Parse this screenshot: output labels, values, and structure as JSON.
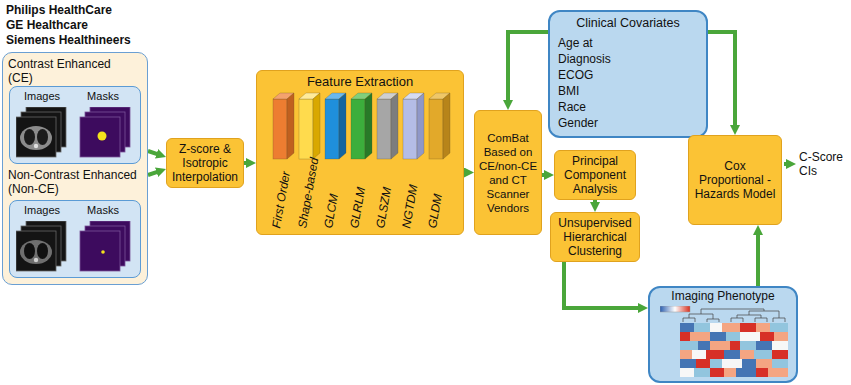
{
  "diagram": {
    "nodes": [
      {
        "text": [
          "Contrast Enhanced (CE)",
          "Non-Contrast Enhanced (Non-CE)"
        ]
      },
      {
        "text": [
          "Images",
          "Masks"
        ],
        "in": 0
      },
      {
        "text": [
          "Images",
          "Masks"
        ],
        "in": 0
      },
      {
        "text": [
          "Z-score & Isotropic Interpolation"
        ]
      },
      {
        "text": [
          "Feature Extraction"
        ]
      },
      {
        "text": [
          "ComBat Based on CE/non-CE and CT Scanner Vendors"
        ]
      },
      {
        "text": [
          "Clinical Covariates",
          "Age at Diagnosis",
          "ECOG",
          "BMI",
          "Race",
          "Gender"
        ]
      },
      {
        "text": [
          "Principal Component Analysis"
        ]
      },
      {
        "text": [
          "Unsupervised Hierarchical Clustering"
        ]
      },
      {
        "text": [
          "Imaging Phenotype"
        ]
      },
      {
        "text": [
          "Cox Proportional -Hazards Model"
        ]
      }
    ],
    "edges": [
      {
        "from": 0,
        "to": 3,
        "arrow": "to"
      },
      {
        "from": 0,
        "to": 3,
        "arrow": "to"
      },
      {
        "from": 3,
        "to": 4,
        "arrow": "to"
      },
      {
        "from": 4,
        "to": 5,
        "arrow": "to"
      },
      {
        "from": 6,
        "to": 5,
        "arrow": "to"
      },
      {
        "from": 6,
        "to": 10,
        "arrow": "to"
      },
      {
        "from": 5,
        "to": 7,
        "arrow": "to"
      },
      {
        "from": 7,
        "to": 8,
        "arrow": "to"
      },
      {
        "from": 8,
        "to": 9,
        "arrow": "to"
      },
      {
        "from": 9,
        "to": 10,
        "arrow": "to"
      }
    ],
    "labels": [
      "Philips HealthCare",
      "GE Healthcare",
      "Siemens Healthineers",
      "First Order",
      "Shape-based",
      "GLCM",
      "GLRLM",
      "GLSZM",
      "NGTDM",
      "GLDM",
      "C-Score CIs"
    ]
  }
}
